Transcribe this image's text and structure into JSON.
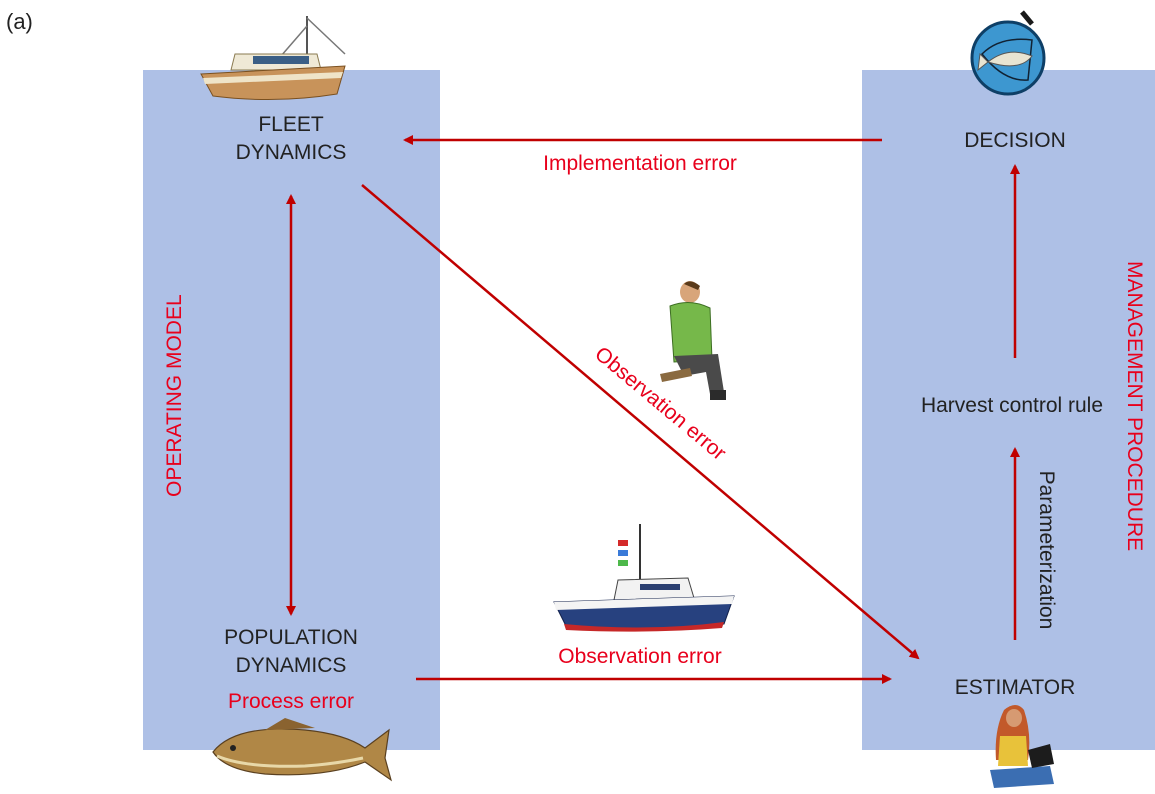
{
  "panel_label": "(a)",
  "operating_model": {
    "title": "OPERATING MODEL",
    "fleet_line1": "FLEET",
    "fleet_line2": "DYNAMICS",
    "population_line1": "POPULATION",
    "population_line2": "DYNAMICS",
    "process_error": "Process error"
  },
  "management_procedure": {
    "title": "MANAGEMENT PROCEDURE",
    "decision": "DECISION",
    "harvest_control_rule": "Harvest control rule",
    "estimator": "ESTIMATOR",
    "parameterization": "Parameterization"
  },
  "errors": {
    "implementation": "Implementation error",
    "observation_diagonal": "Observation error",
    "observation_bottom": "Observation error"
  },
  "colors": {
    "panel": "#aec0e6",
    "arrow": "#c00000",
    "error_text": "#e8001c",
    "label_text": "#222222"
  },
  "icons": [
    "fishing-boat-icon",
    "fish-in-net-icon",
    "fisherman-icon",
    "research-vessel-icon",
    "cod-fish-icon",
    "analyst-with-laptop-icon"
  ]
}
